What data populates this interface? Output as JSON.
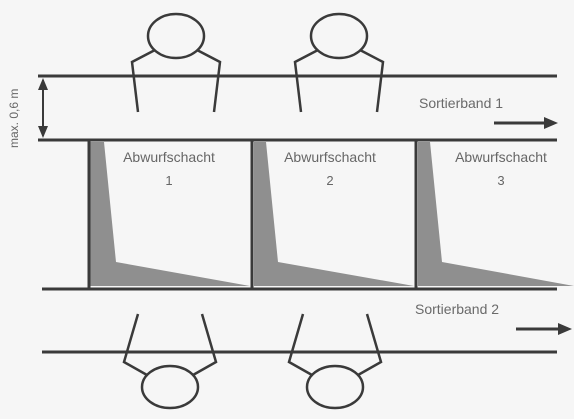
{
  "labels": {
    "max_height": "max. 0,6 m",
    "belt1": "Sortierband 1",
    "belt2": "Sortierband 2"
  },
  "shafts": [
    {
      "title": "Abwurfschacht",
      "number": "1"
    },
    {
      "title": "Abwurfschacht",
      "number": "2"
    },
    {
      "title": "Abwurfschacht",
      "number": "3"
    }
  ],
  "colors": {
    "line": "#3a3a3a",
    "shade": "#8f8f8f",
    "background": "#f6f6f6"
  }
}
